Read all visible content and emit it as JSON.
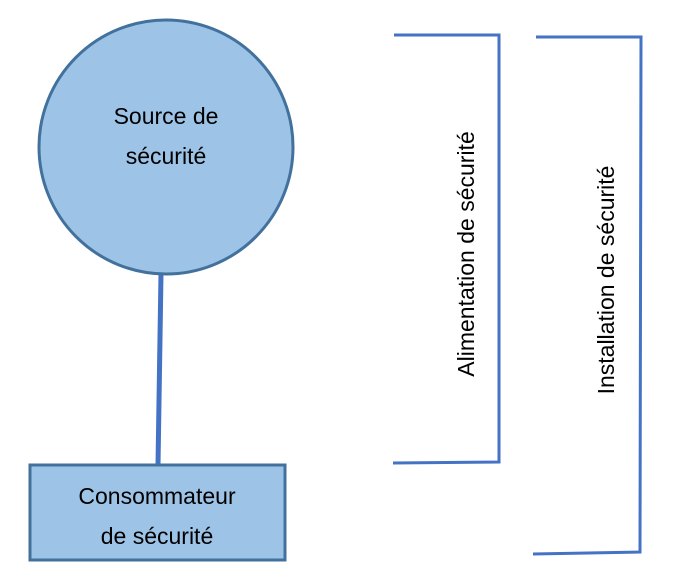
{
  "nodes": {
    "source": {
      "line1": "Source de",
      "line2": "sécurité"
    },
    "consumer": {
      "line1": "Consommateur",
      "line2": "de sécurité"
    }
  },
  "brackets": {
    "supply": "Alimentation de sécurité",
    "installation": "Installation de sécurité"
  },
  "colors": {
    "fill": "#9dc3e6",
    "stroke": "#41719c",
    "line": "#4472c4"
  }
}
